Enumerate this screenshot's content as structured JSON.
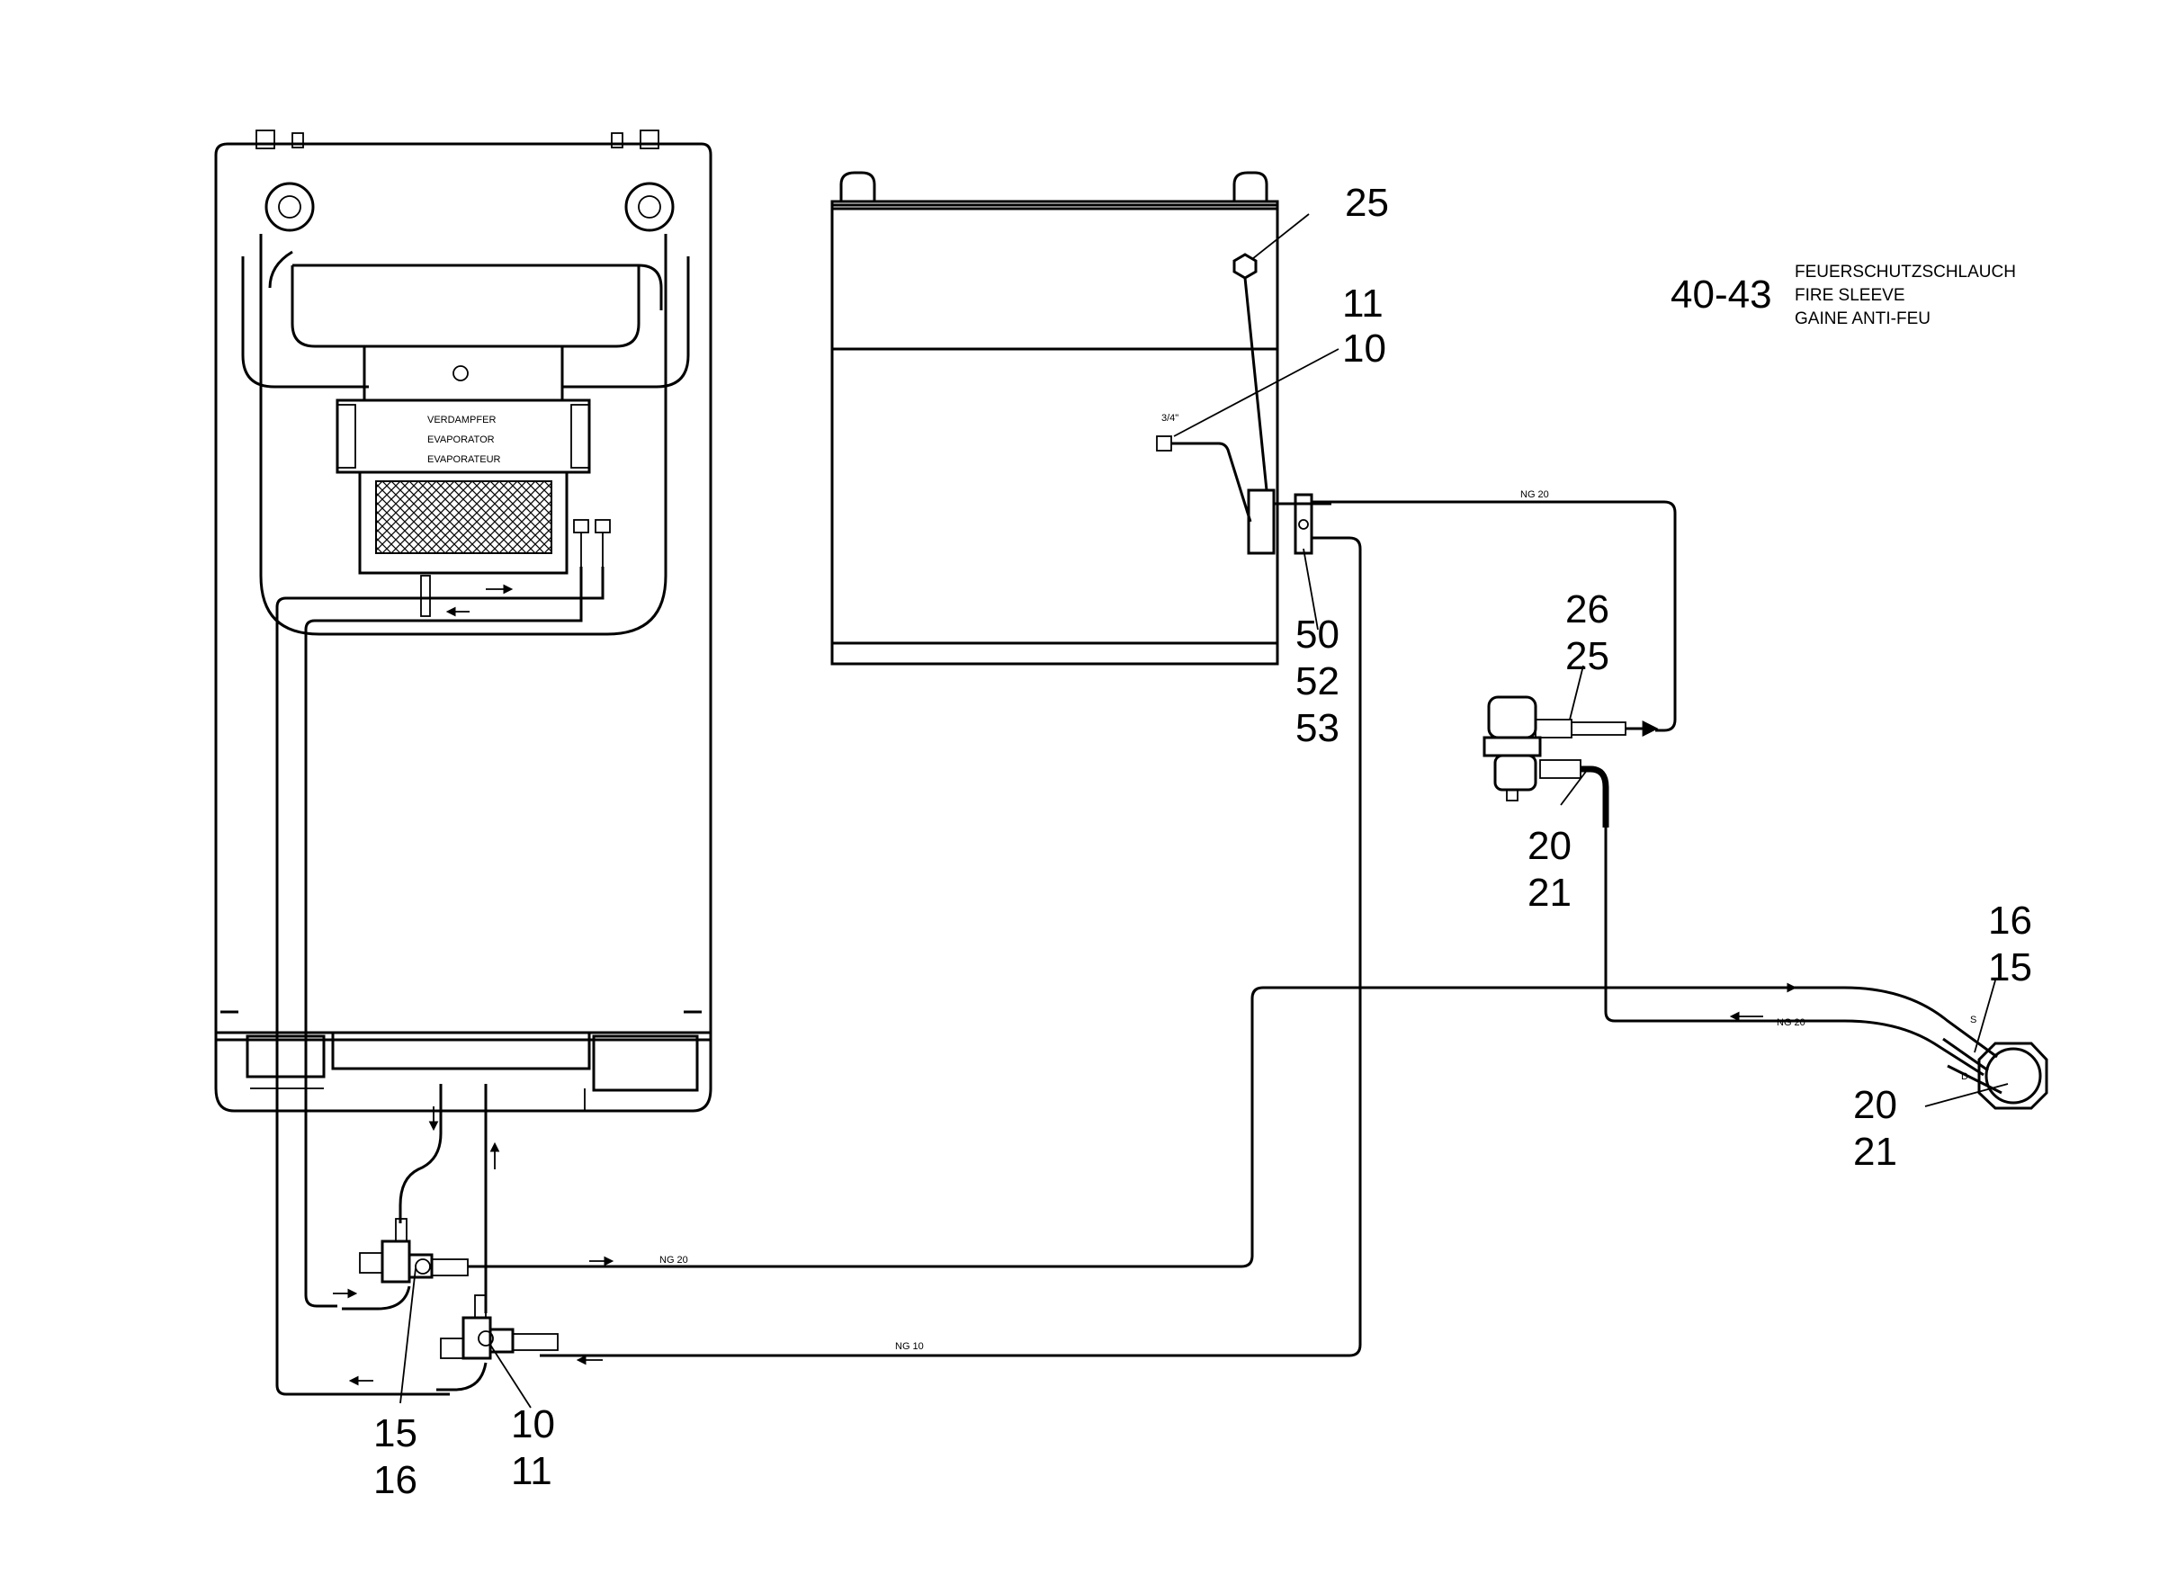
{
  "evaporator": {
    "label_de": "VERDAMPFER",
    "label_en": "EVAPORATOR",
    "label_fr": "EVAPORATEUR"
  },
  "hose_sizes": {
    "tank_to_drier": "NG 20",
    "compressor_return": "NG 20",
    "valve_to_compressor": "NG 20",
    "valve_to_tank": "NG 10"
  },
  "fitting_size": "3/4\"",
  "compressor_ports": {
    "suction": "S",
    "discharge": "D"
  },
  "fire_sleeve": {
    "part_no": "40-43",
    "text_de": "FEUERSCHUTZSCHLAUCH",
    "text_en": "FIRE SLEEVE",
    "text_fr": "GAINE ANTI-FEU"
  },
  "callouts": {
    "tank_top": "25",
    "tank_fitting": [
      "11",
      "10"
    ],
    "tank_bracket": [
      "50",
      "52",
      "53"
    ],
    "drier_top": [
      "26",
      "25"
    ],
    "drier_bottom": [
      "20",
      "21"
    ],
    "compressor_top": [
      "16",
      "15"
    ],
    "compressor_bottom": [
      "20",
      "21"
    ],
    "valve_left": [
      "15",
      "16"
    ],
    "valve_right": [
      "10",
      "11"
    ]
  }
}
